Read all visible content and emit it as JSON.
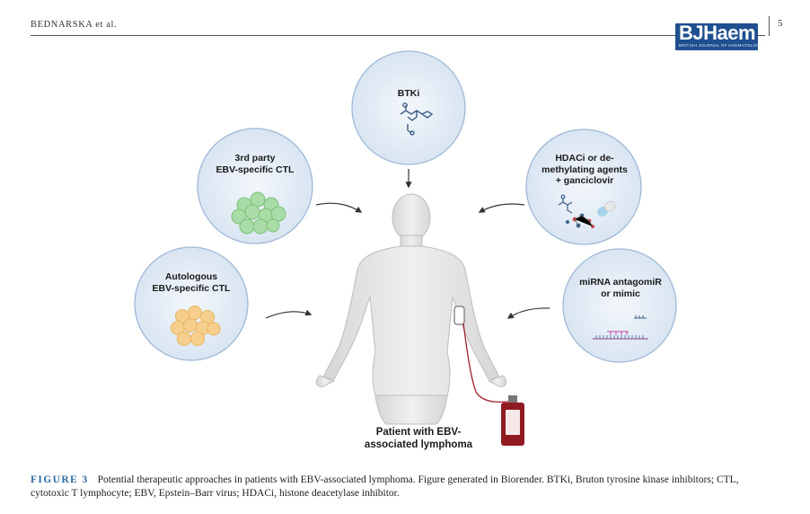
{
  "header": {
    "running_head": "BEDNARSKA et al.",
    "page_number": "5",
    "logo_text": "BJHaem",
    "logo_subtext": "BRITISH JOURNAL OF HAEMATOLOGY"
  },
  "figure": {
    "circles": [
      {
        "id": "btki",
        "label": "BTKi"
      },
      {
        "id": "third-party",
        "label": "3rd party\nEBV-specific CTL"
      },
      {
        "id": "hdaci",
        "label": "HDACi or de-\nmethylating agents\n+ ganciclovir"
      },
      {
        "id": "autologous",
        "label": "Autologous\nEBV-specific CTL"
      },
      {
        "id": "mirna",
        "label": "miRNA antagomiR\nor mimic"
      }
    ],
    "patient_label": "Patient with EBV-\nassociated lymphoma",
    "colors": {
      "circle_fill": "#dfe9f4",
      "circle_stroke": "#9fb8d6",
      "green_cell": "#a9dca7",
      "orange_cell": "#f6cf8e",
      "blood": "#8f1a22",
      "body": "#e7e7e7"
    }
  },
  "caption": {
    "label": "FIGURE 3",
    "text": "Potential therapeutic approaches in patients with EBV-associated lymphoma. Figure generated in Biorender. BTKi, Bruton tyrosine kinase inhibitors; CTL, cytotoxic T lymphocyte; EBV, Epstein–Barr virus; HDACi, histone deacetylase inhibitor."
  }
}
